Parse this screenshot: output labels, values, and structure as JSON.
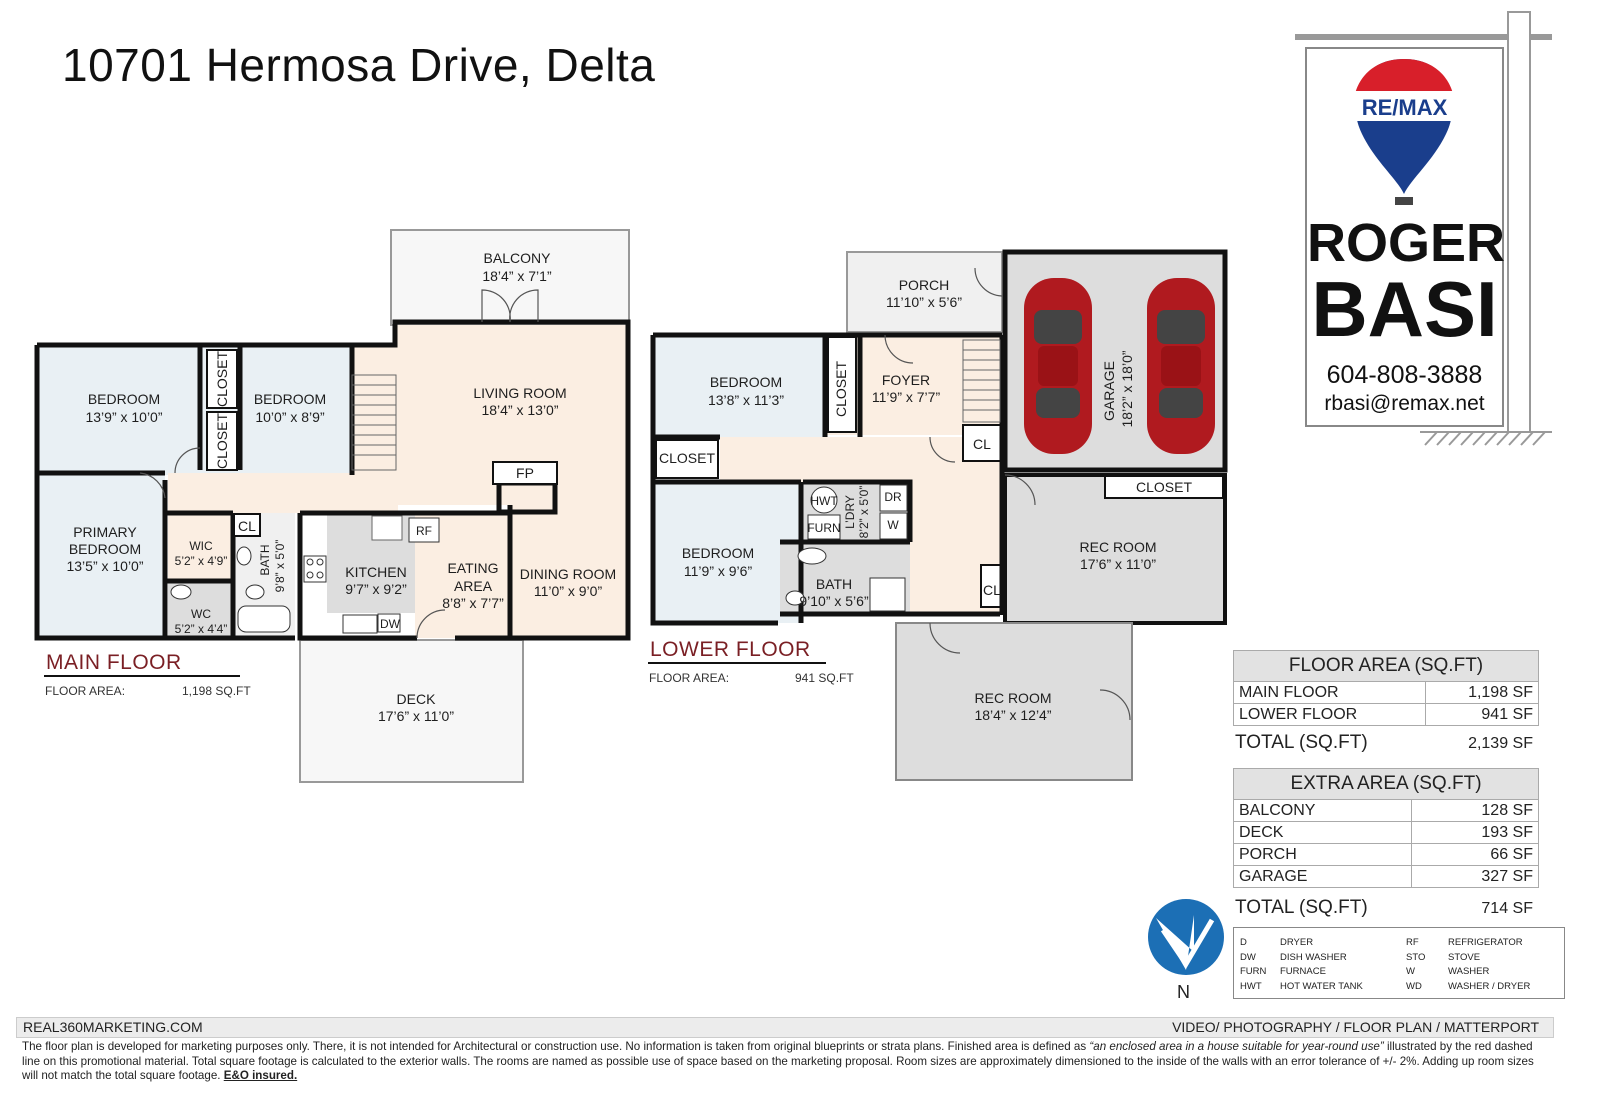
{
  "title": "10701 Hermosa Drive, Delta",
  "agent": {
    "brand": "RE/MAX",
    "first_name": "ROGER",
    "last_name": "BASI",
    "phone": "604-808-3888",
    "email": "rbasi@remax.net"
  },
  "main_floor": {
    "name": "MAIN FLOOR",
    "area_label": "FLOOR AREA:",
    "area_value": "1,198 SQ.FT",
    "rooms": {
      "balcony": {
        "name": "BALCONY",
        "size": "18’4” x 7’1”"
      },
      "living": {
        "name": "LIVING ROOM",
        "size": "18’4” x 13’0”"
      },
      "bedroom1": {
        "name": "BEDROOM",
        "size": "13’9” x 10’0”"
      },
      "bedroom2": {
        "name": "BEDROOM",
        "size": "10’0” x 8’9”"
      },
      "closet1": "CLOSET",
      "closet2": "CLOSET",
      "primary_line1": "PRIMARY",
      "primary_line2": "BEDROOM",
      "primary_size": "13’5” x 10’0”",
      "wic": {
        "name": "WIC",
        "size": "5’2” x 4’9”"
      },
      "wc": {
        "name": "WC",
        "size": "5’2” x 4’4”"
      },
      "cl": "CL",
      "bath": {
        "name": "BATH",
        "size": "9’8” x 5’0”"
      },
      "kitchen": {
        "name": "KITCHEN",
        "size": "9’7” x 9’2”"
      },
      "rf": "RF",
      "dw": "DW",
      "fp": "FP",
      "eating_line1": "EATING",
      "eating_line2": "AREA",
      "eating_size": "8’8” x 7’7”",
      "dining": {
        "name": "DINING ROOM",
        "size": "11’0” x 9’0”"
      },
      "deck": {
        "name": "DECK",
        "size": "17’6” x 11’0”"
      }
    }
  },
  "lower_floor": {
    "name": "LOWER FLOOR",
    "area_label": "FLOOR AREA:",
    "area_value": "941 SQ.FT",
    "rooms": {
      "porch": {
        "name": "PORCH",
        "size": "11’10” x 5’6”"
      },
      "foyer": {
        "name": "FOYER",
        "size": "11’9” x 7’7”"
      },
      "closet": "CLOSET",
      "closet_v": "CLOSET",
      "bedroom1": {
        "name": "BEDROOM",
        "size": "13’8” x 11’3”"
      },
      "bedroom2": {
        "name": "BEDROOM",
        "size": "11’9” x 9’6”"
      },
      "garage": {
        "name": "GARAGE",
        "size": "18’2” x 18’0”"
      },
      "garage_closet": "CLOSET",
      "cl1": "CL",
      "cl2": "CL",
      "hwt": "HWT",
      "furn": "FURN",
      "dr": "DR",
      "w": "W",
      "ldry": {
        "name": "L’DRY",
        "size": "8’2” x 5’0”"
      },
      "bath": {
        "name": "BATH",
        "size": "9’10” x 5’6”"
      },
      "rec1": {
        "name": "REC ROOM",
        "size": "17’6” x 11’0”"
      },
      "rec2": {
        "name": "REC ROOM",
        "size": "18’4” x 12’4”"
      }
    }
  },
  "floor_area_table": {
    "header": "FLOOR AREA (SQ.FT)",
    "rows": [
      {
        "label": "MAIN FLOOR",
        "value": "1,198 SF"
      },
      {
        "label": "LOWER FLOOR",
        "value": "941 SF"
      }
    ],
    "total_label": "TOTAL (SQ.FT)",
    "total_value": "2,139 SF"
  },
  "extra_area_table": {
    "header": "EXTRA AREA (SQ.FT)",
    "rows": [
      {
        "label": "BALCONY",
        "value": "128 SF"
      },
      {
        "label": "DECK",
        "value": "193 SF"
      },
      {
        "label": "PORCH",
        "value": "66 SF"
      },
      {
        "label": "GARAGE",
        "value": "327 SF"
      }
    ],
    "total_label": "TOTAL (SQ.FT)",
    "total_value": "714 SF"
  },
  "compass": "N",
  "legend": [
    {
      "code": "D",
      "desc": "DRYER"
    },
    {
      "code": "DW",
      "desc": "DISH WASHER"
    },
    {
      "code": "FURN",
      "desc": "FURNACE"
    },
    {
      "code": "HWT",
      "desc": "HOT WATER TANK"
    },
    {
      "code": "RF",
      "desc": "REFRIGERATOR"
    },
    {
      "code": "STO",
      "desc": "STOVE"
    },
    {
      "code": "W",
      "desc": "WASHER"
    },
    {
      "code": "WD",
      "desc": "WASHER / DRYER"
    }
  ],
  "footer": {
    "left": "REAL360MARKETING.COM",
    "right": "VIDEO/ PHOTOGRAPHY / FLOOR PLAN / MATTERPORT",
    "disclaimer_part1": "The floor plan is developed for marketing purposes only. There, it is not intended for Architectural or construction use. No information is  taken from original blueprints or strata plans. Finished area is defined as ",
    "disclaimer_italic": "“an enclosed area in a house suitable for year-round use”",
    "disclaimer_part2": " illustrated by the red dashed line on this promotional material. Total square footage is calculated to the exterior walls. The rooms are named as possible use of space based on the marketing proposal. Room sizes are approximately dimensioned to the inside of the walls with an error tolerance of +/- 2%. Adding up room sizes will not match the total square footage. ",
    "disclaimer_bold": "E&O insured."
  },
  "colors": {
    "bedroom": "#e9f0f4",
    "living": "#fbeee2",
    "utility": "#dddddd",
    "wall": "#111111",
    "accent": "#7a1f24",
    "remax_red": "#d81f2a",
    "remax_blue": "#1a3e8c",
    "car": "#b01a1f"
  }
}
